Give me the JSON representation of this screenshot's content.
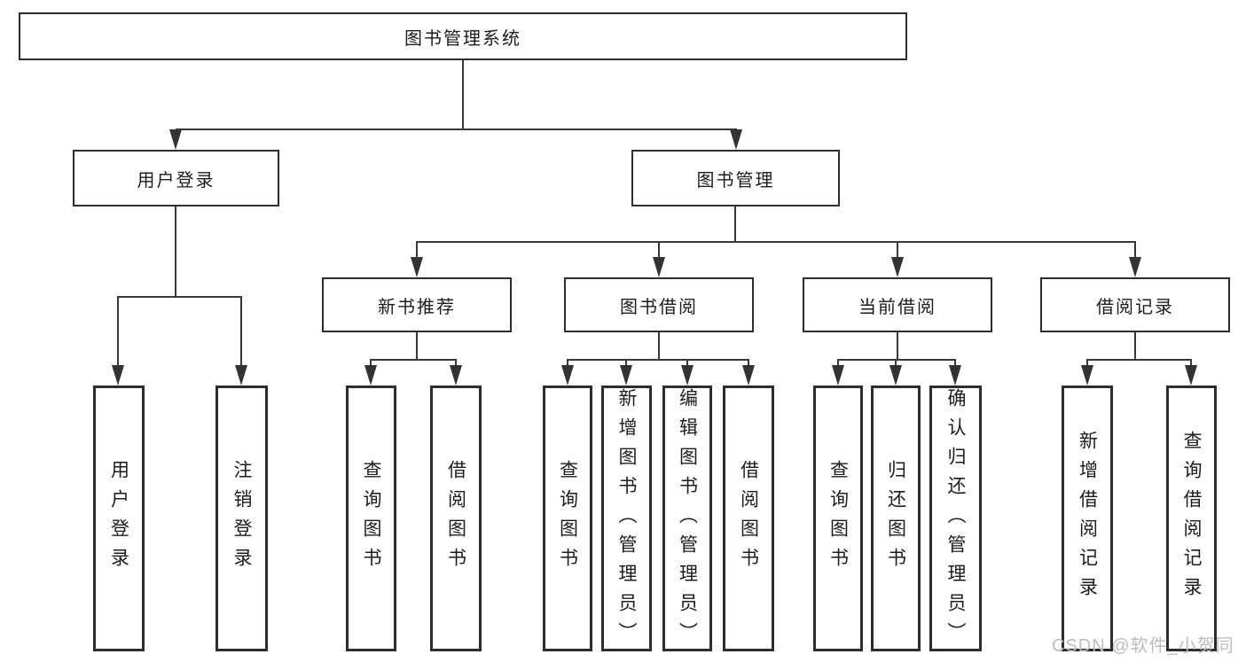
{
  "tree": {
    "root": "图书管理系统",
    "user": {
      "label": "用户登录",
      "children": [
        "用户登录",
        "注销登录"
      ]
    },
    "book": {
      "label": "图书管理",
      "children": [
        {
          "label": "新书推荐",
          "children": [
            "查询图书",
            "借阅图书"
          ]
        },
        {
          "label": "图书借阅",
          "children": [
            "查询图书",
            "新增图书（管理员）",
            "编辑图书（管理员）",
            "借阅图书"
          ]
        },
        {
          "label": "当前借阅",
          "children": [
            "查询图书",
            "归还图书",
            "确认归还（管理员）"
          ]
        },
        {
          "label": "借阅记录",
          "children": [
            "新增借阅记录",
            "查询借阅记录"
          ]
        }
      ]
    }
  },
  "watermark": {
    "text": "CSDN @软件_小贺同学"
  },
  "colors": {
    "box_border": "#2d2d2d",
    "box_fill": "#ffffff",
    "line": "#383838",
    "text": "#1c1c1c",
    "watermark": "#bdbdbd",
    "background": "#ffffff"
  }
}
